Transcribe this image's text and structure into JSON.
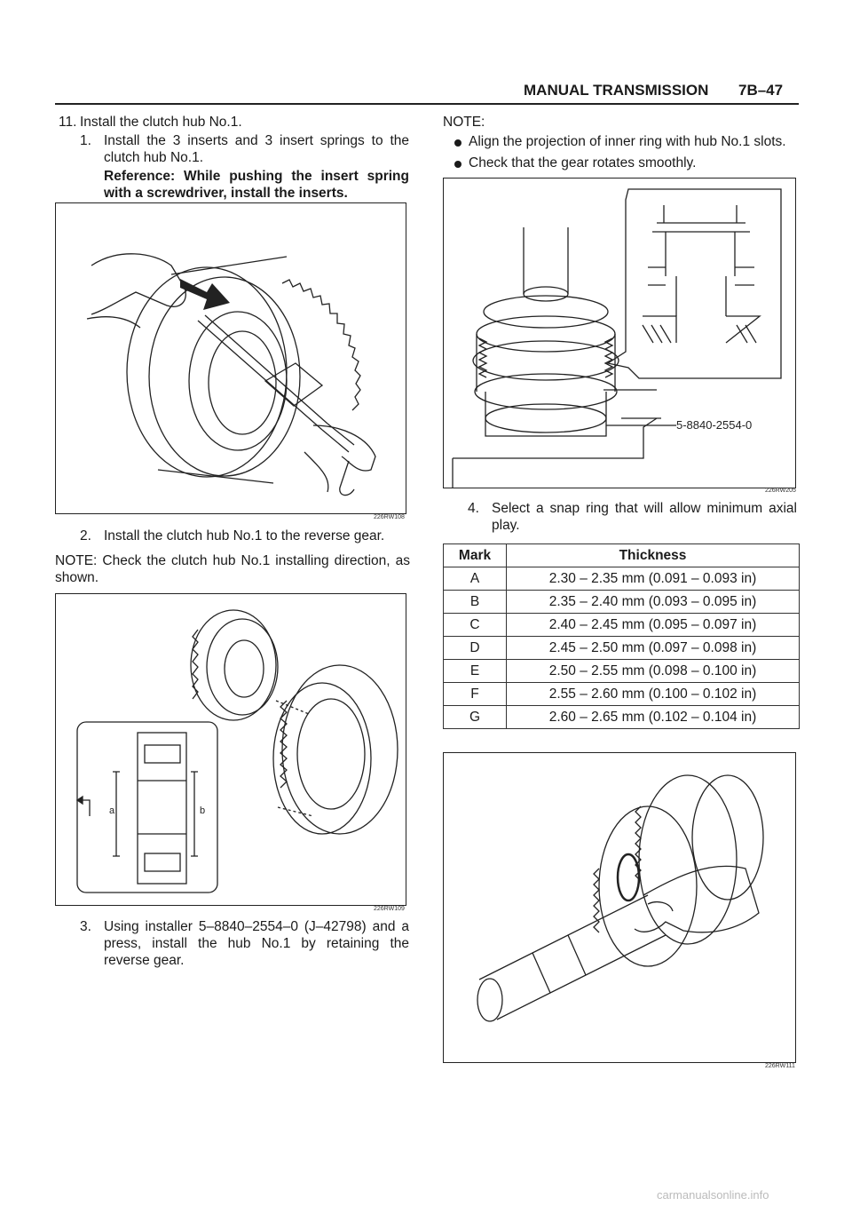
{
  "header": {
    "title": "MANUAL TRANSMISSION",
    "page": "7B–47"
  },
  "left": {
    "step11_num": "11.",
    "step11": "Install the clutch hub No.1.",
    "sub1_num": "1.",
    "sub1_l1": "Install the 3 inserts and 3 insert springs to the",
    "sub1_l2": "clutch hub No.1.",
    "ref_l1": "Reference: While pushing the insert spring",
    "ref_l2": "with a screwdriver, install the inserts.",
    "fig1_id": "226RW108",
    "sub2_num": "2.",
    "sub2": "Install the clutch hub No.1 to the reverse gear.",
    "note_l1": "NOTE: Check the clutch hub No.1 installing direction, as",
    "note_l2": "shown.",
    "fig2_id": "226RW109",
    "fig2_label_a": "a",
    "fig2_label_b": "b",
    "sub3_num": "3.",
    "sub3_l1": "Using installer 5–8840–2554–0 (J–42798) and a",
    "sub3_l2": "press, install the hub No.1 by retaining the",
    "sub3_l3": "reverse gear."
  },
  "right": {
    "note_label": "NOTE:",
    "bullet1": "Align the projection of inner ring with hub No.1 slots.",
    "bullet2": "Check that the gear rotates smoothly.",
    "fig3_tool": "5-8840-2554-0",
    "fig3_id": "226RW205",
    "sub4_num": "4.",
    "sub4_l1": "Select a snap ring that will allow minimum axial",
    "sub4_l2": "play.",
    "fig4_id": "226RW111"
  },
  "table": {
    "headers": [
      "Mark",
      "Thickness"
    ],
    "rows": [
      [
        "A",
        "2.30 – 2.35 mm (0.091 – 0.093 in)"
      ],
      [
        "B",
        "2.35 – 2.40 mm (0.093 – 0.095 in)"
      ],
      [
        "C",
        "2.40 – 2.45 mm (0.095 – 0.097 in)"
      ],
      [
        "D",
        "2.45 – 2.50 mm (0.097 – 0.098 in)"
      ],
      [
        "E",
        "2.50 – 2.55 mm (0.098 – 0.100 in)"
      ],
      [
        "F",
        "2.55 – 2.60 mm (0.100 – 0.102 in)"
      ],
      [
        "G",
        "2.60 – 2.65 mm (0.102 – 0.104 in)"
      ]
    ]
  },
  "footer": "carmanualsonline.info"
}
